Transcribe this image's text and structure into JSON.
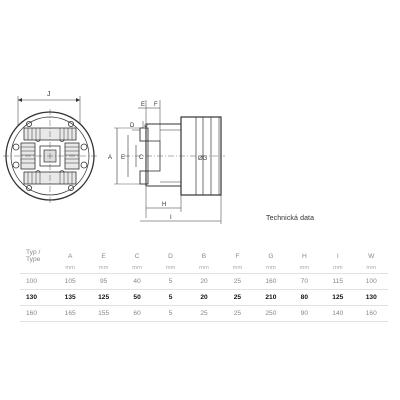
{
  "drawing": {
    "front_view_label": "J",
    "side_view_labels": {
      "top": [
        "E",
        "F"
      ],
      "left": [
        "D",
        "W"
      ],
      "left_dims": [
        "A",
        "E",
        "C"
      ],
      "right": "ØG",
      "bottom": [
        "H",
        "I"
      ]
    }
  },
  "caption": "Technická data",
  "table": {
    "headers": [
      "Typ /\nType",
      "A",
      "E",
      "C",
      "D",
      "B",
      "F",
      "G",
      "H",
      "I",
      "W"
    ],
    "units": [
      "",
      "mm",
      "mm",
      "mm",
      "mm",
      "mm",
      "mm",
      "mm",
      "mm",
      "mm",
      "mm"
    ],
    "rows": [
      [
        "100",
        "105",
        "95",
        "40",
        "5",
        "20",
        "25",
        "160",
        "70",
        "115",
        "100"
      ],
      [
        "130",
        "135",
        "125",
        "50",
        "5",
        "20",
        "25",
        "210",
        "80",
        "125",
        "130"
      ],
      [
        "160",
        "165",
        "155",
        "60",
        "5",
        "25",
        "25",
        "250",
        "90",
        "140",
        "160"
      ]
    ],
    "highlighted_row": 1
  }
}
